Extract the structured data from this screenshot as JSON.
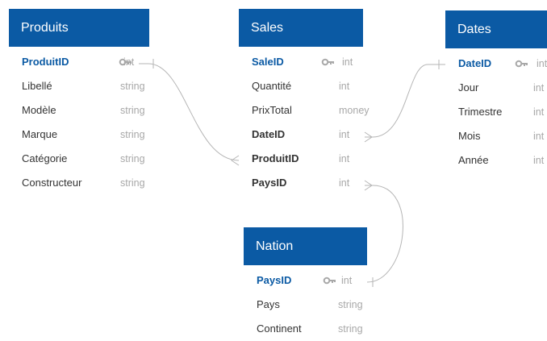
{
  "entities": [
    {
      "title": "Produits",
      "fields": [
        {
          "name": "ProduitID",
          "type": "int",
          "key": true
        },
        {
          "name": "Libellé",
          "type": "string"
        },
        {
          "name": "Modèle",
          "type": "string"
        },
        {
          "name": "Marque",
          "type": "string"
        },
        {
          "name": "Catégorie",
          "type": "string"
        },
        {
          "name": "Constructeur",
          "type": "string"
        }
      ]
    },
    {
      "title": "Sales",
      "fields": [
        {
          "name": "SaleID",
          "type": "int",
          "key": true
        },
        {
          "name": "Quantité",
          "type": "int"
        },
        {
          "name": "PrixTotal",
          "type": "money"
        },
        {
          "name": "DateID",
          "type": "int",
          "bold": true
        },
        {
          "name": "ProduitID",
          "type": "int",
          "bold": true
        },
        {
          "name": "PaysID",
          "type": "int",
          "bold": true
        }
      ]
    },
    {
      "title": "Dates",
      "fields": [
        {
          "name": "DateID",
          "type": "int",
          "key": true
        },
        {
          "name": "Jour",
          "type": "int"
        },
        {
          "name": "Trimestre",
          "type": "int"
        },
        {
          "name": "Mois",
          "type": "int"
        },
        {
          "name": "Année",
          "type": "int"
        }
      ]
    },
    {
      "title": "Nation",
      "fields": [
        {
          "name": "PaysID",
          "type": "int",
          "key": true
        },
        {
          "name": "Pays",
          "type": "string"
        },
        {
          "name": "Continent",
          "type": "string"
        }
      ]
    }
  ],
  "colors": {
    "header": "#0b5aa4",
    "key_text": "#0b5aa4",
    "type_text": "#a8a8a8",
    "connector": "#b5b5b5"
  },
  "icons": {
    "primary_key": "key-icon"
  }
}
